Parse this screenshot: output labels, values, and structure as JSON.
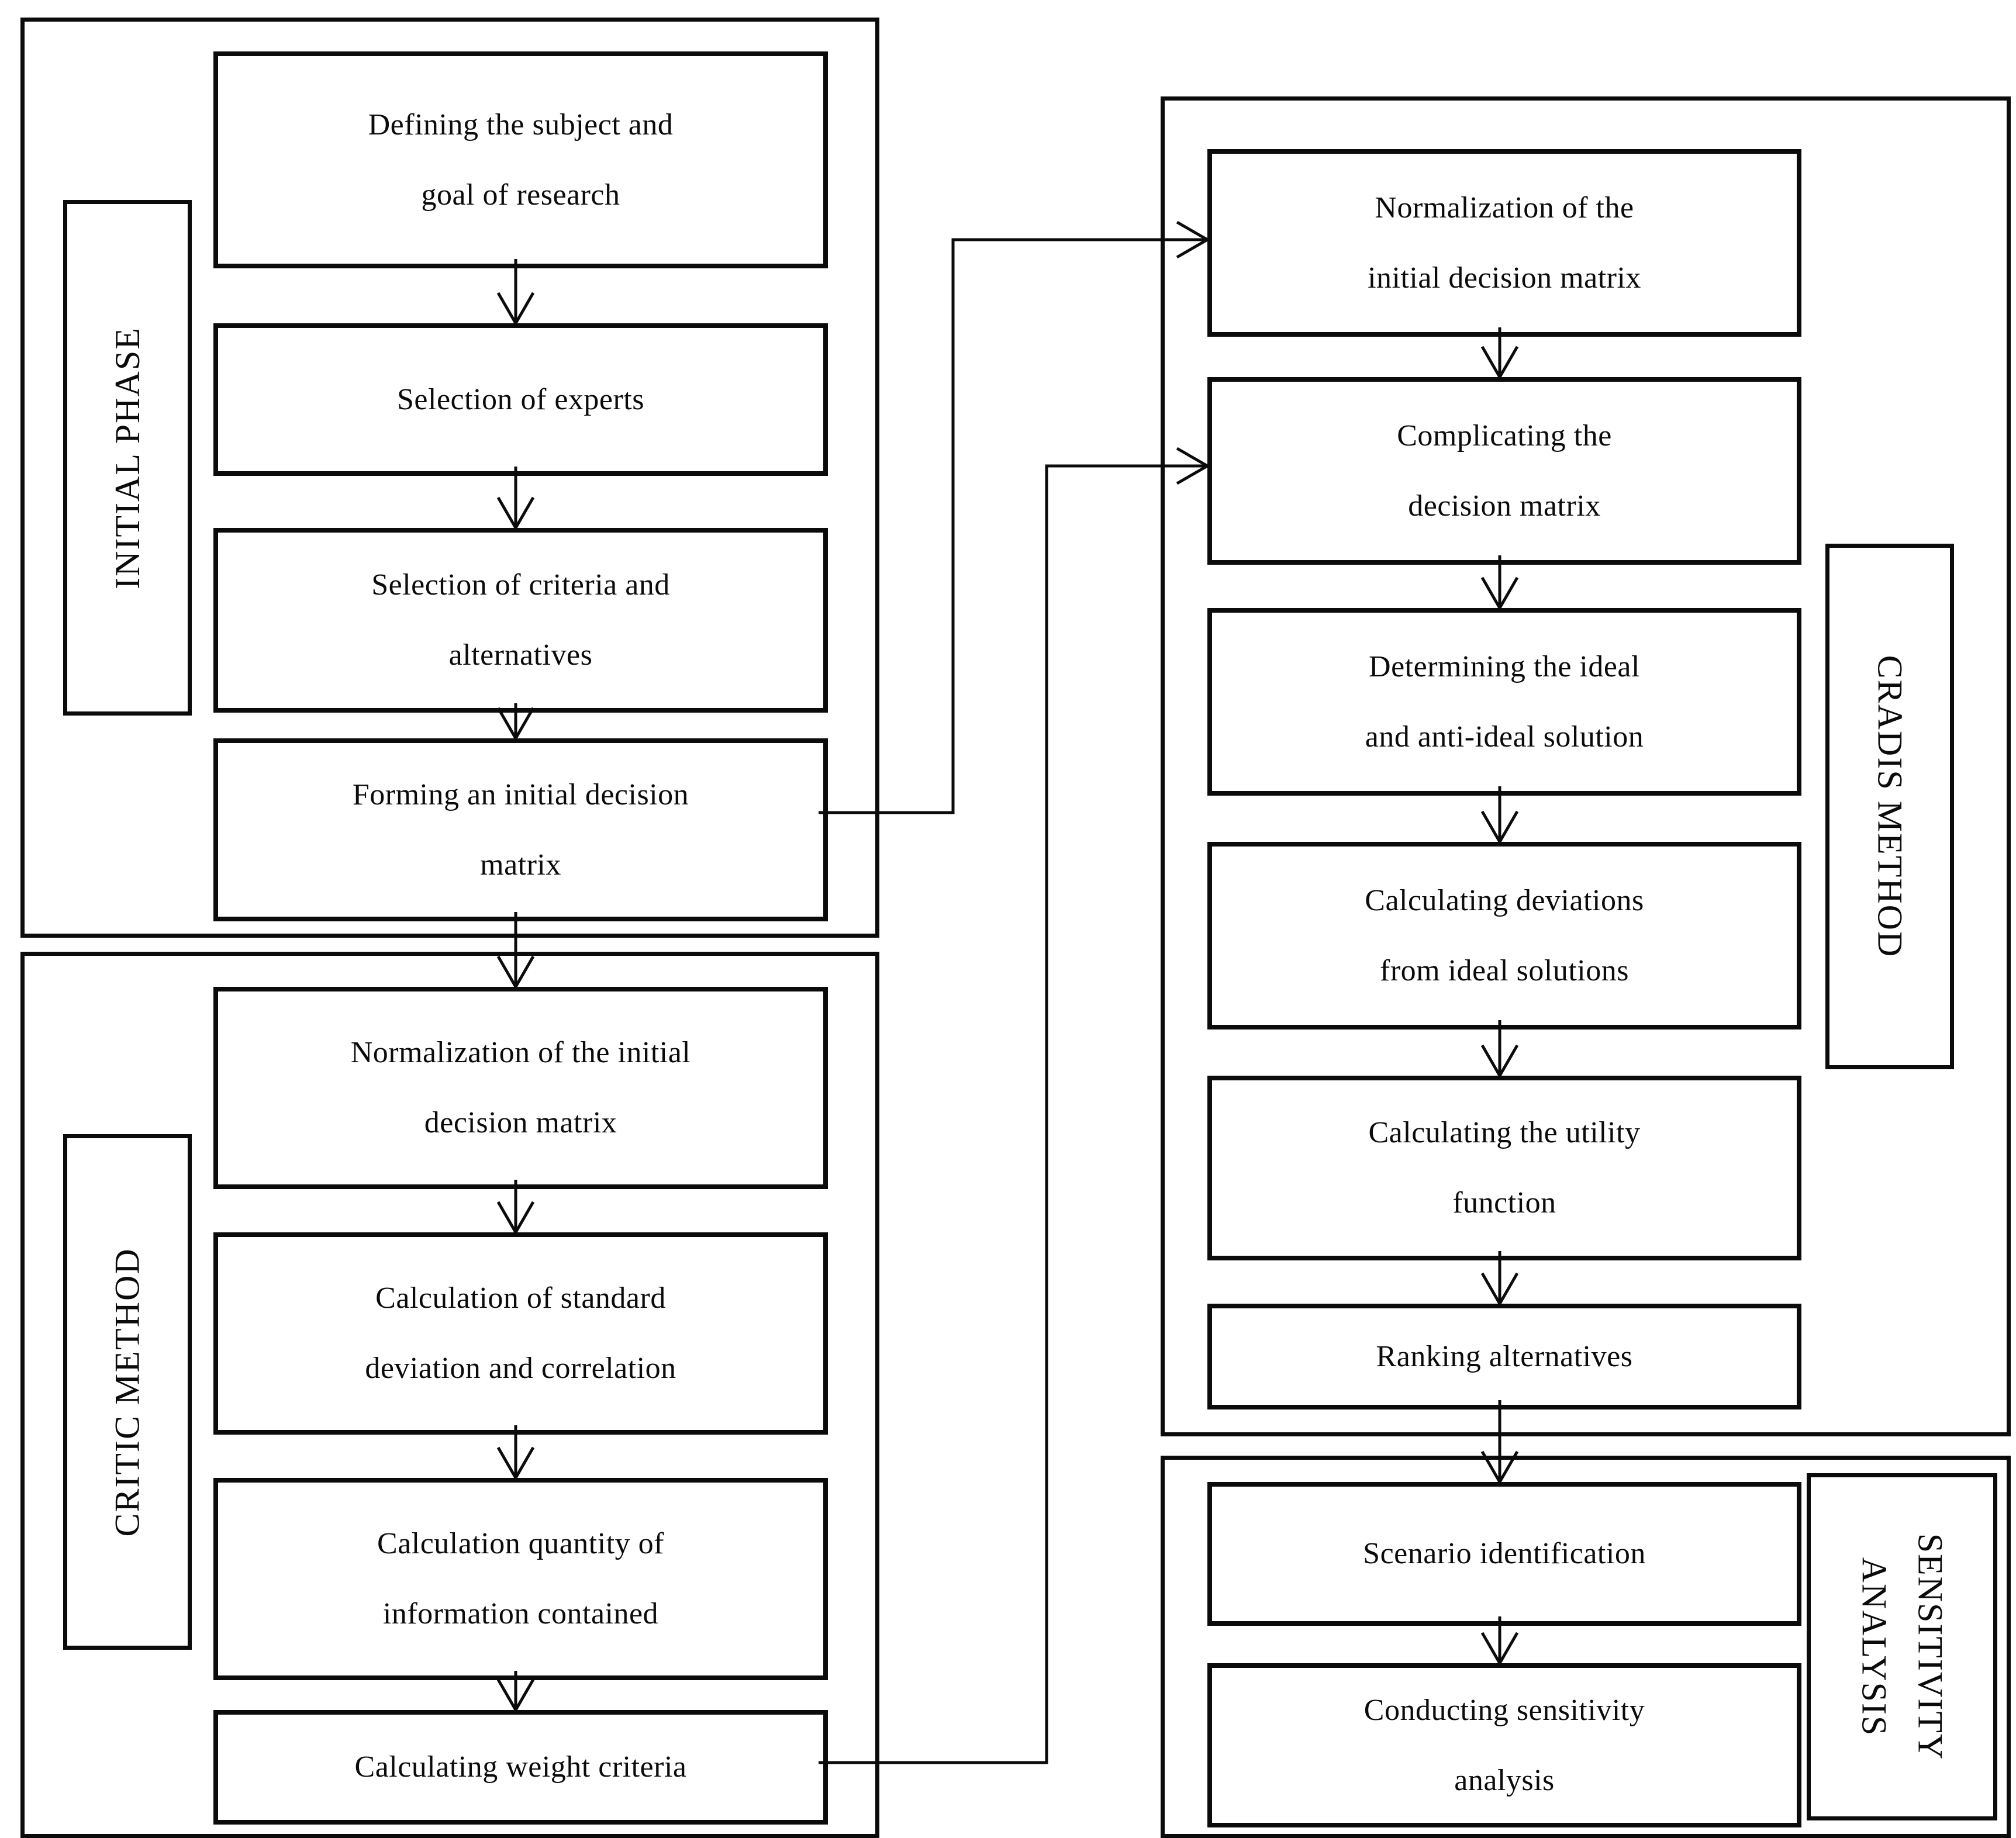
{
  "figure": {
    "type": "flowchart",
    "description": "Research methodology flow diagram with four grouped phases connected by arrows"
  },
  "colors": {
    "line": "#0b0b0b",
    "background": "#ffffff"
  },
  "groups": {
    "initial_phase": {
      "label": "INITIAL PHASE",
      "boxes": [
        {
          "id": "defining-subject-goal",
          "lines": [
            "Defining the subject and",
            "goal of research"
          ]
        },
        {
          "id": "selection-of-experts",
          "lines": [
            "Selection of experts"
          ]
        },
        {
          "id": "selection-criteria-alternatives",
          "lines": [
            "Selection of criteria and",
            "alternatives"
          ]
        },
        {
          "id": "forming-initial-decision-matrix",
          "lines": [
            "Forming an initial decision",
            "matrix"
          ]
        }
      ]
    },
    "critic_method": {
      "label": "CRITIC METHOD",
      "boxes": [
        {
          "id": "critic-normalization",
          "lines": [
            "Normalization of the initial",
            "decision matrix"
          ]
        },
        {
          "id": "calc-std-dev-correlation",
          "lines": [
            "Calculation of standard",
            "deviation and correlation"
          ]
        },
        {
          "id": "calc-quantity-information",
          "lines": [
            "Calculation quantity of",
            "information contained"
          ]
        },
        {
          "id": "calculating-weight-criteria",
          "lines": [
            "Calculating weight criteria"
          ]
        }
      ]
    },
    "cradis_method": {
      "label": "CRADIS METHOD",
      "boxes": [
        {
          "id": "cradis-normalization",
          "lines": [
            "Normalization of the",
            "initial decision matrix"
          ]
        },
        {
          "id": "complicating-decision-matrix",
          "lines": [
            "Complicating the",
            "decision matrix"
          ]
        },
        {
          "id": "determining-ideal-antiideal",
          "lines": [
            "Determining the ideal",
            "and anti-ideal solution"
          ]
        },
        {
          "id": "calculating-deviations",
          "lines": [
            "Calculating deviations",
            "from ideal solutions"
          ]
        },
        {
          "id": "calculating-utility-function",
          "lines": [
            "Calculating the utility",
            "function"
          ]
        },
        {
          "id": "ranking-alternatives",
          "lines": [
            "Ranking alternatives"
          ]
        }
      ]
    },
    "sensitivity_analysis": {
      "label": "SENSITIVITY ANALYSIS",
      "label_lines": [
        "SENSITIVITY",
        "ANALYSIS"
      ],
      "boxes": [
        {
          "id": "scenario-identification",
          "lines": [
            "Scenario identification"
          ]
        },
        {
          "id": "conducting-sensitivity-analysis",
          "lines": [
            "Conducting sensitivity",
            "analysis"
          ]
        }
      ]
    }
  }
}
